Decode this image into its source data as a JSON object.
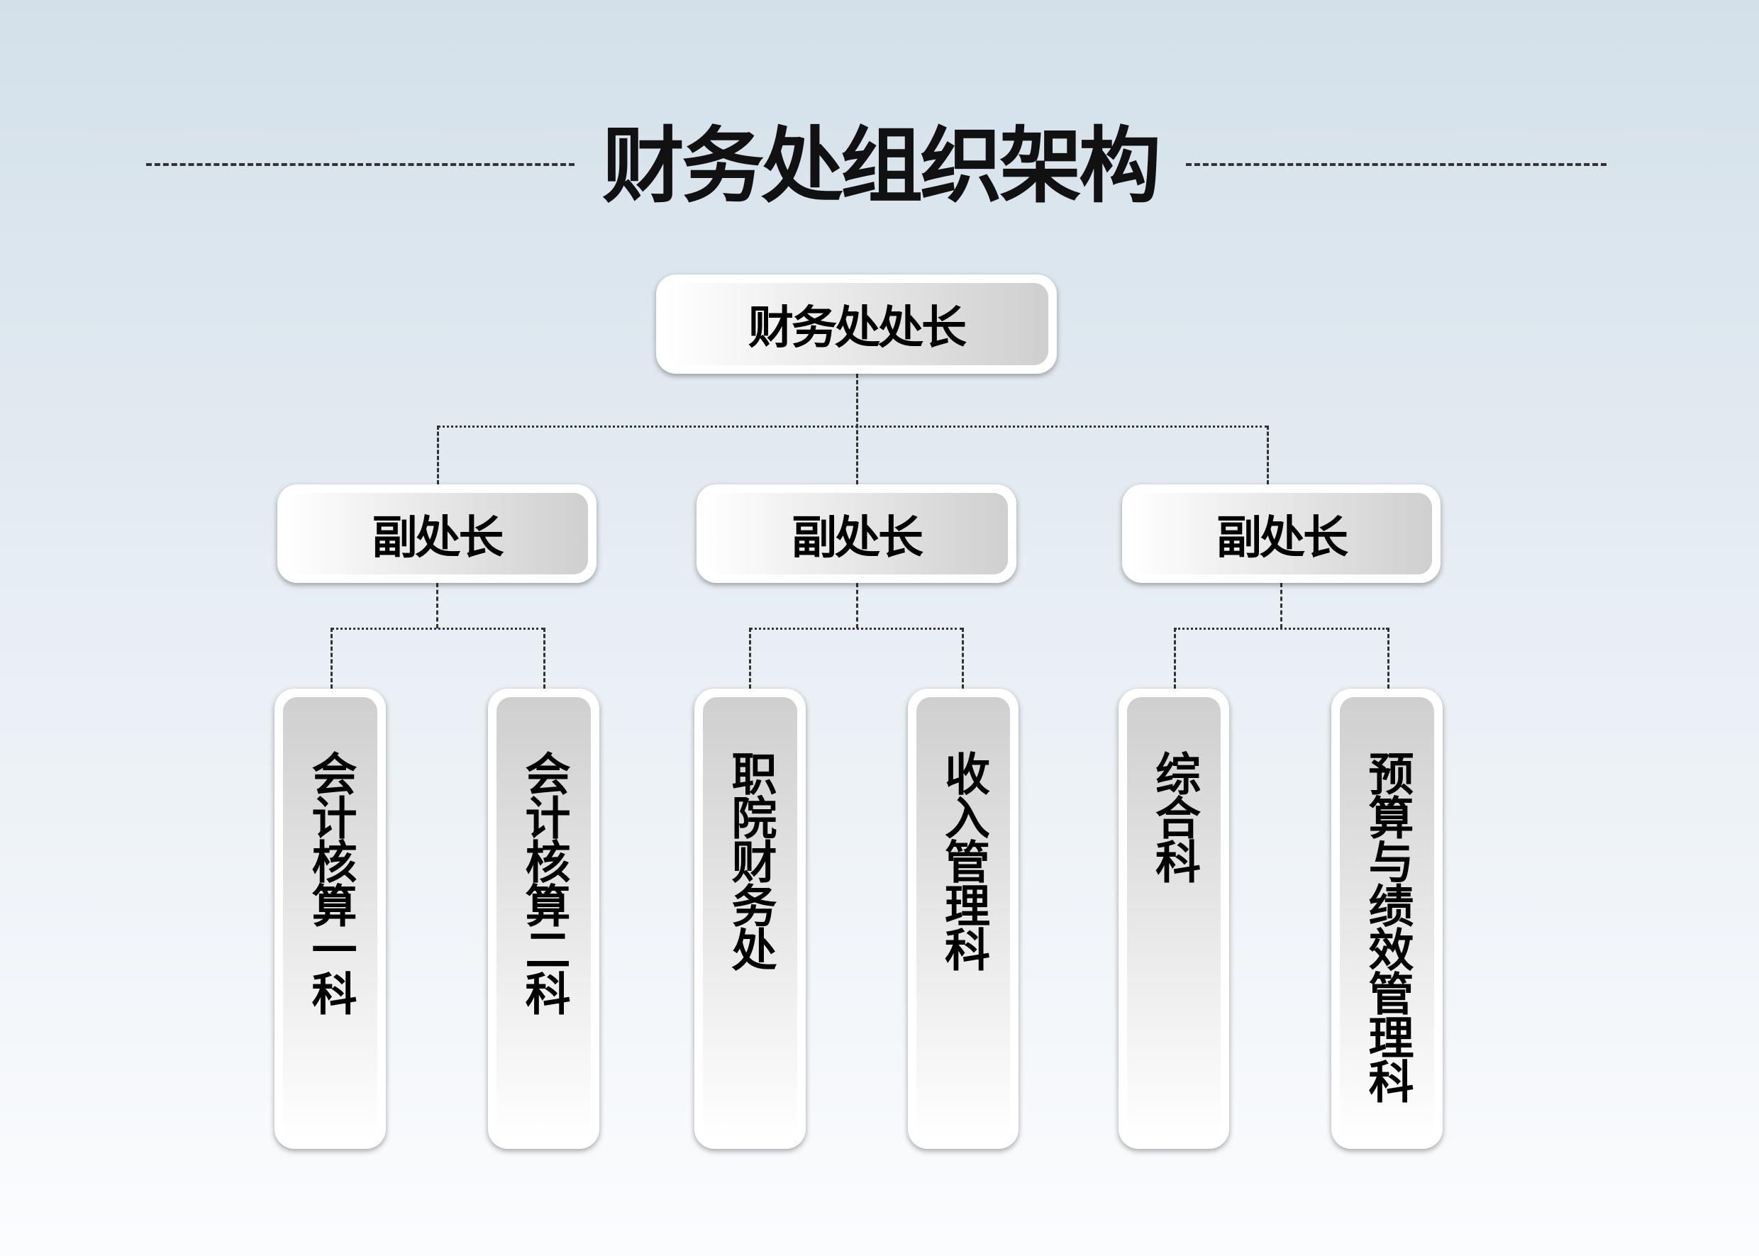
{
  "title": "财务处组织架构",
  "head": {
    "label": "财务处处长"
  },
  "deputies": [
    {
      "label": "副处长"
    },
    {
      "label": "副处长"
    },
    {
      "label": "副处长"
    }
  ],
  "sections": [
    {
      "label": "会计核算一科"
    },
    {
      "label": "会计核算二科"
    },
    {
      "label": "职院财务处"
    },
    {
      "label": "收入管理科"
    },
    {
      "label": "综合科"
    },
    {
      "label": "预算与绩效管理科"
    }
  ]
}
